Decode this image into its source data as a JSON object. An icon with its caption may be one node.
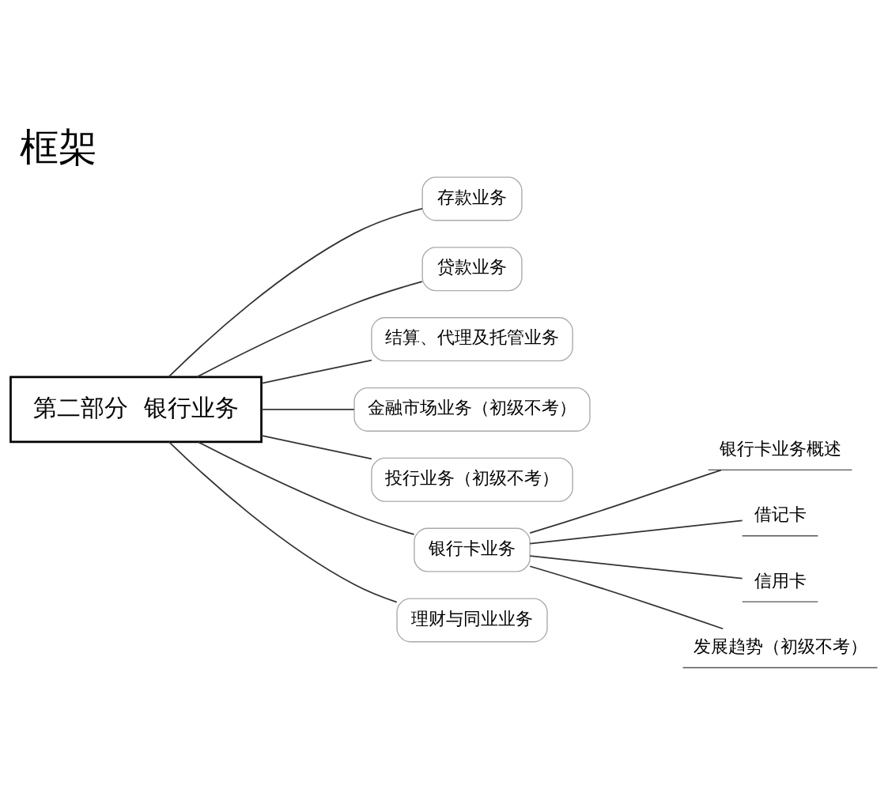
{
  "diagram": {
    "title": "框架",
    "nodes": [
      {
        "text": [
          "第二部分  银行业务"
        ]
      },
      {
        "text": [
          "存款业务"
        ]
      },
      {
        "text": [
          "贷款业务"
        ]
      },
      {
        "text": [
          "结算、代理及托管业务"
        ]
      },
      {
        "text": [
          "金融市场业务（初级不考）"
        ]
      },
      {
        "text": [
          "投行业务（初级不考）"
        ]
      },
      {
        "text": [
          "银行卡业务"
        ]
      },
      {
        "text": [
          "理财与同业业务"
        ]
      },
      {
        "text": [
          "银行卡业务概述"
        ]
      },
      {
        "text": [
          "借记卡"
        ]
      },
      {
        "text": [
          "信用卡"
        ]
      },
      {
        "text": [
          "发展趋势（初级不考）"
        ]
      }
    ],
    "edges": [
      {
        "from": 0,
        "to": 1,
        "arrow": "none"
      },
      {
        "from": 0,
        "to": 2,
        "arrow": "none"
      },
      {
        "from": 0,
        "to": 3,
        "arrow": "none"
      },
      {
        "from": 0,
        "to": 4,
        "arrow": "none"
      },
      {
        "from": 0,
        "to": 5,
        "arrow": "none"
      },
      {
        "from": 0,
        "to": 6,
        "arrow": "none"
      },
      {
        "from": 0,
        "to": 7,
        "arrow": "none"
      },
      {
        "from": 6,
        "to": 8,
        "arrow": "none"
      },
      {
        "from": 6,
        "to": 9,
        "arrow": "none"
      },
      {
        "from": 6,
        "to": 10,
        "arrow": "none"
      },
      {
        "from": 6,
        "to": 11,
        "arrow": "none"
      }
    ]
  }
}
